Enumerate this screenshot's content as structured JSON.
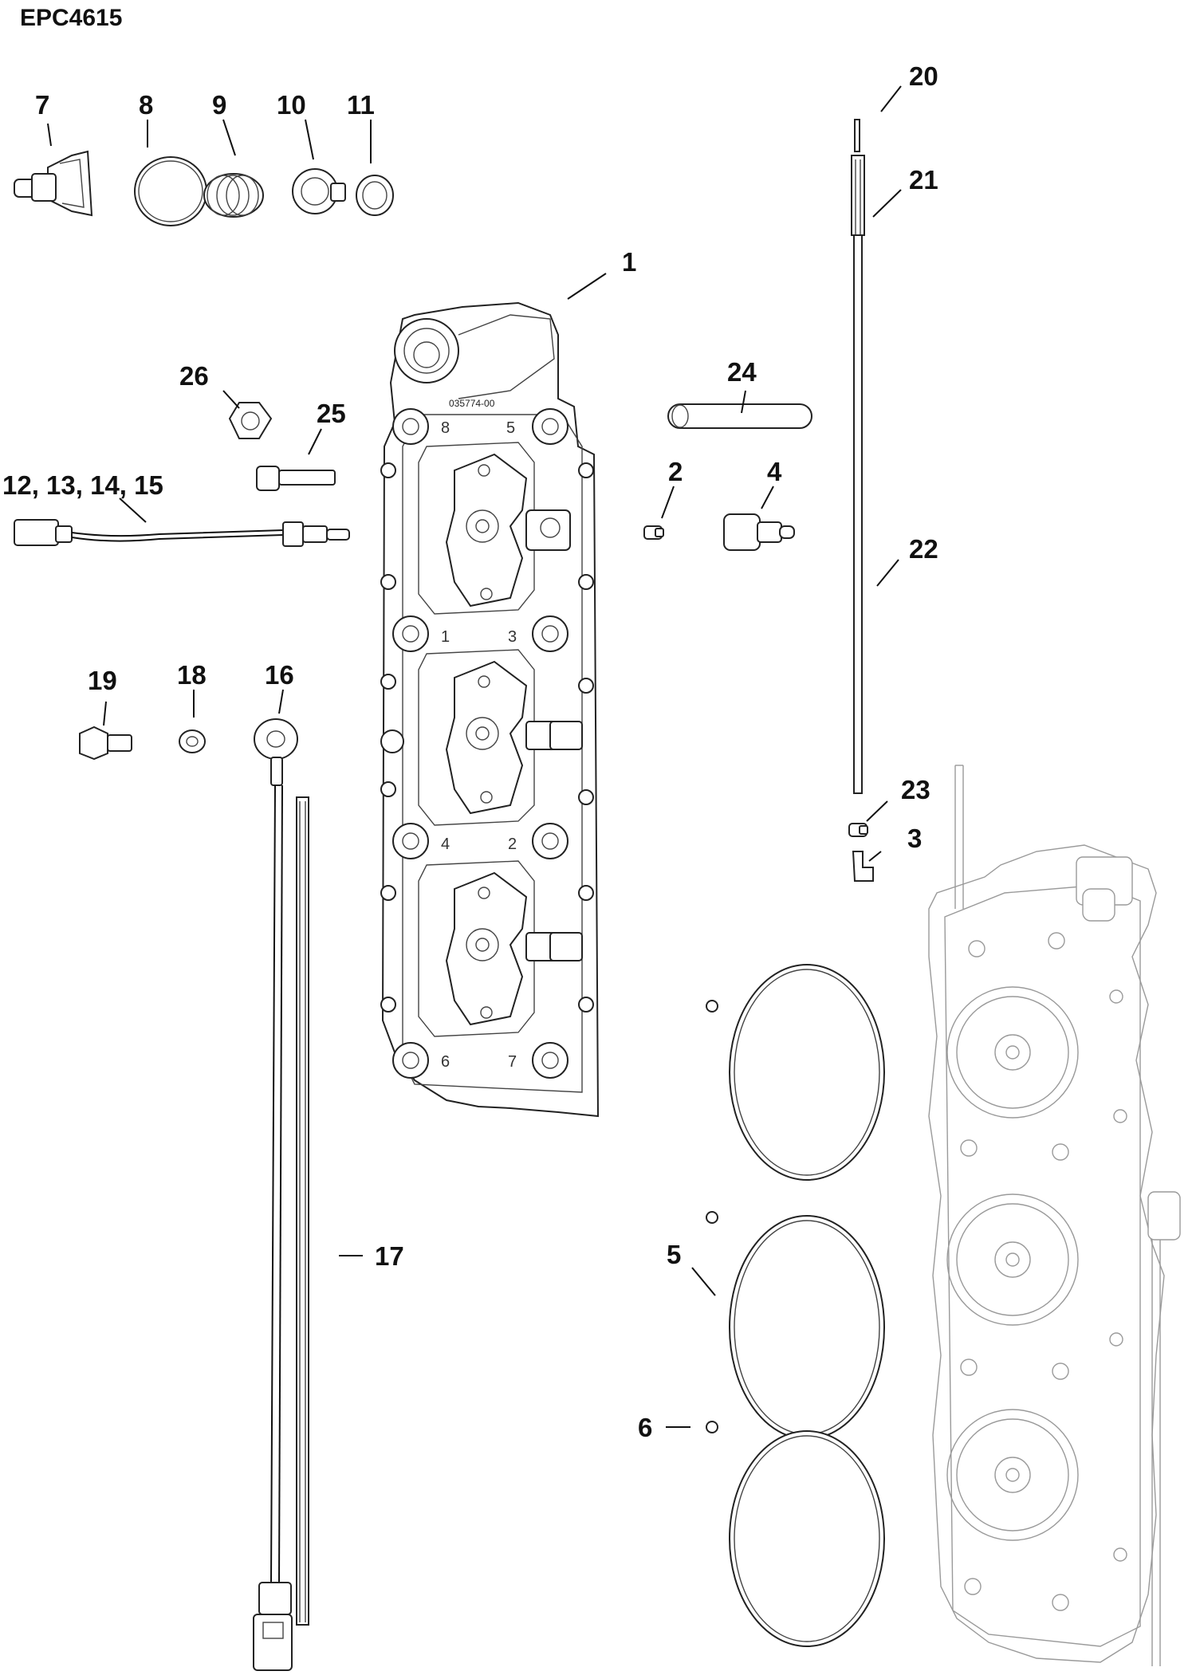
{
  "title": "EPC4615",
  "stamp": "035774-00",
  "cylinder_numbers": [
    "8",
    "5",
    "1",
    "3",
    "4",
    "2",
    "6",
    "7"
  ],
  "callouts": {
    "c1": "1",
    "c2": "2",
    "c3": "3",
    "c4": "4",
    "c5": "5",
    "c6": "6",
    "c7": "7",
    "c8": "8",
    "c9": "9",
    "c10": "10",
    "c11": "11",
    "c12_15": "12, 13, 14, 15",
    "c16": "16",
    "c17": "17",
    "c18": "18",
    "c19": "19",
    "c20": "20",
    "c21": "21",
    "c22": "22",
    "c23": "23",
    "c24": "24",
    "c25": "25",
    "c26": "26"
  }
}
